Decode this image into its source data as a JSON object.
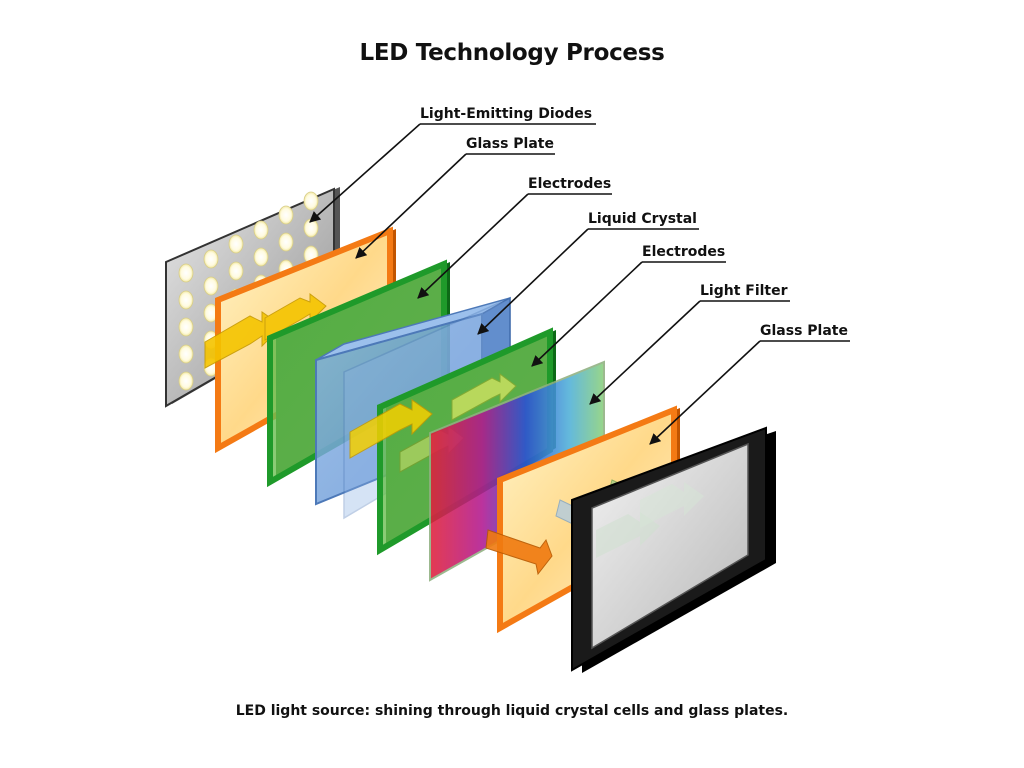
{
  "title": "LED Technology Process",
  "caption": "LED light source: shining through liquid crystal cells and glass plates.",
  "layers": [
    {
      "label": "Light-Emitting Diodes"
    },
    {
      "label": "Glass Plate"
    },
    {
      "label": "Electrodes"
    },
    {
      "label": "Liquid Crystal"
    },
    {
      "label": "Electrodes"
    },
    {
      "label": "Light Filter"
    },
    {
      "label": "Glass Plate"
    }
  ],
  "colors": {
    "led_panel": "#9a9a9a",
    "glass_plate": "#f47a14",
    "electrodes": "#1f9a2a",
    "liquid_crystal": "#6fa0da",
    "display_frame": "#1a1a1a",
    "light_arrow": "#f5c400"
  }
}
